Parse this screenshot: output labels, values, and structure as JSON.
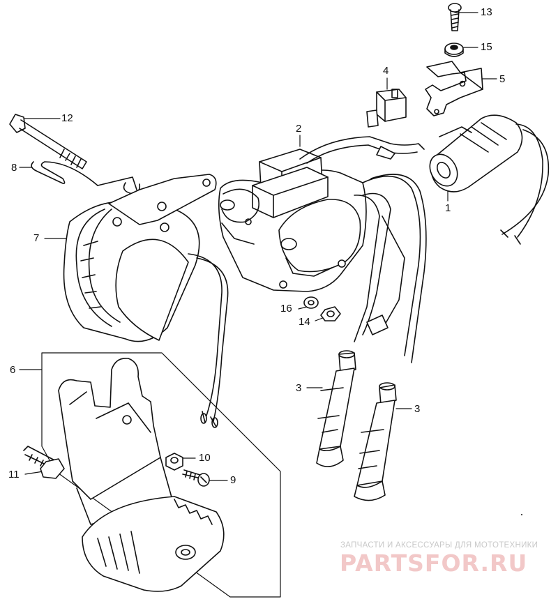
{
  "callouts": {
    "c1": "1",
    "c2": "2",
    "c3a": "3",
    "c3b": "3",
    "c4": "4",
    "c5": "5",
    "c6": "6",
    "c7": "7",
    "c8": "8",
    "c9": "9",
    "c10": "10",
    "c11": "11",
    "c12": "12",
    "c13": "13",
    "c14": "14",
    "c15": "15",
    "c16": "16"
  },
  "watermark": {
    "tagline": "ЗАПЧАСТИ И АКСЕССУАРЫ ДЛЯ МОТОТЕХНИКИ",
    "brand": "PARTSFOR.RU"
  },
  "colors": {
    "ink": "#111111",
    "watermark_brand": "#f2c8c8",
    "watermark_tagline": "#c8c8c8"
  }
}
